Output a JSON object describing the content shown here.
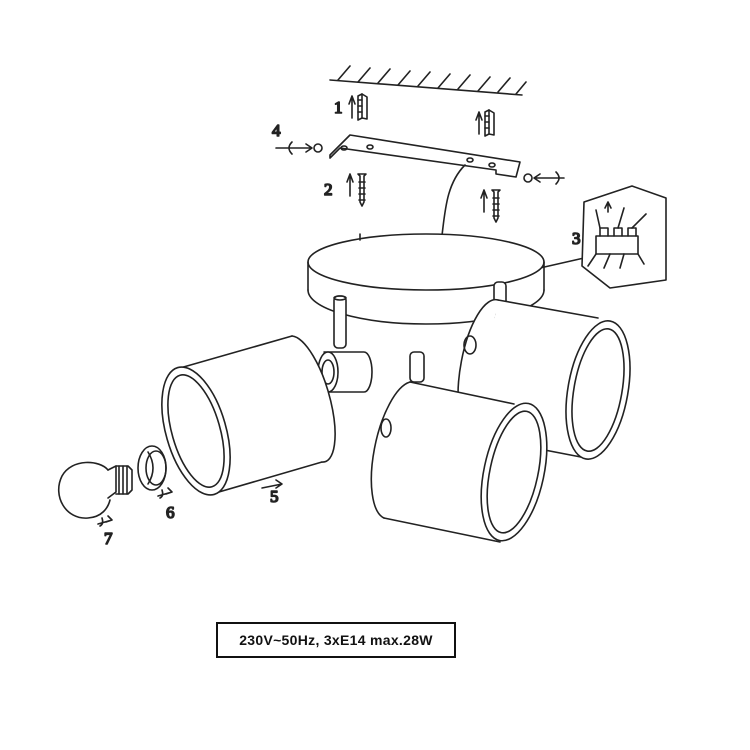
{
  "steps": [
    "1",
    "2",
    "3",
    "4",
    "5",
    "6",
    "7"
  ],
  "spec": "230V~50Hz, 3xE14  max.28W"
}
